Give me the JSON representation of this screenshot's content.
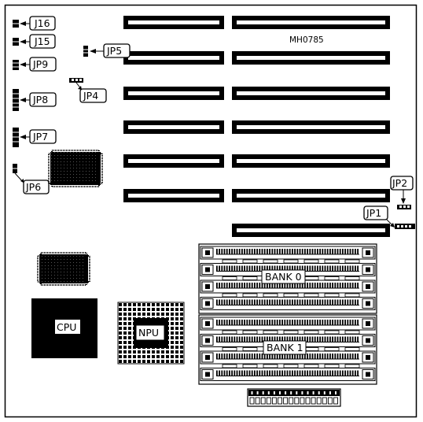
{
  "diagram": {
    "model_code": "MH0785",
    "jumper_labels": {
      "j16": "J16",
      "j15": "J15",
      "j9": "JP9",
      "j8": "JP8",
      "j7": "JP7",
      "j6": "JP6",
      "jp5": "JP5",
      "jp4": "JP4",
      "jp2": "JP2",
      "jp1": "JP1"
    },
    "chip_labels": {
      "cpu": "CPU",
      "npu": "NPU"
    },
    "bank_labels": {
      "bank0": "BANK 0",
      "bank1": "BANK 1"
    },
    "colors": {
      "ink": "#000000",
      "paper": "#ffffff"
    }
  }
}
